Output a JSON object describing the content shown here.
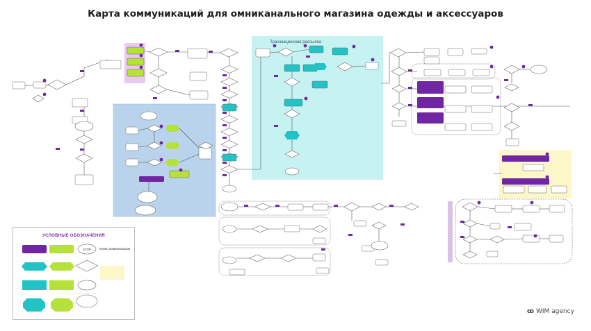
{
  "title": "Карта коммуникаций для омниканального магазина одежды и аксессуаров",
  "legend": {
    "title": "УСЛОВНЫЕ ОБОЗНАЧЕНИЯ",
    "stop_label": "STOP",
    "map_label": "Конец коммуникации"
  },
  "sections": {
    "transactional": "Транзакционная рассылка"
  },
  "logo": {
    "mark": "ꝏ",
    "text": "WIM agency"
  },
  "colors": {
    "teal": "#22c3c4",
    "lime": "#b6e13a",
    "purple": "#6f26a0",
    "blue_area": "#b9d3ec",
    "cyan_area": "#c6f2f2",
    "yellow_note": "#fbf7c9",
    "lilac": "#d7c3e6",
    "line": "#555555"
  }
}
